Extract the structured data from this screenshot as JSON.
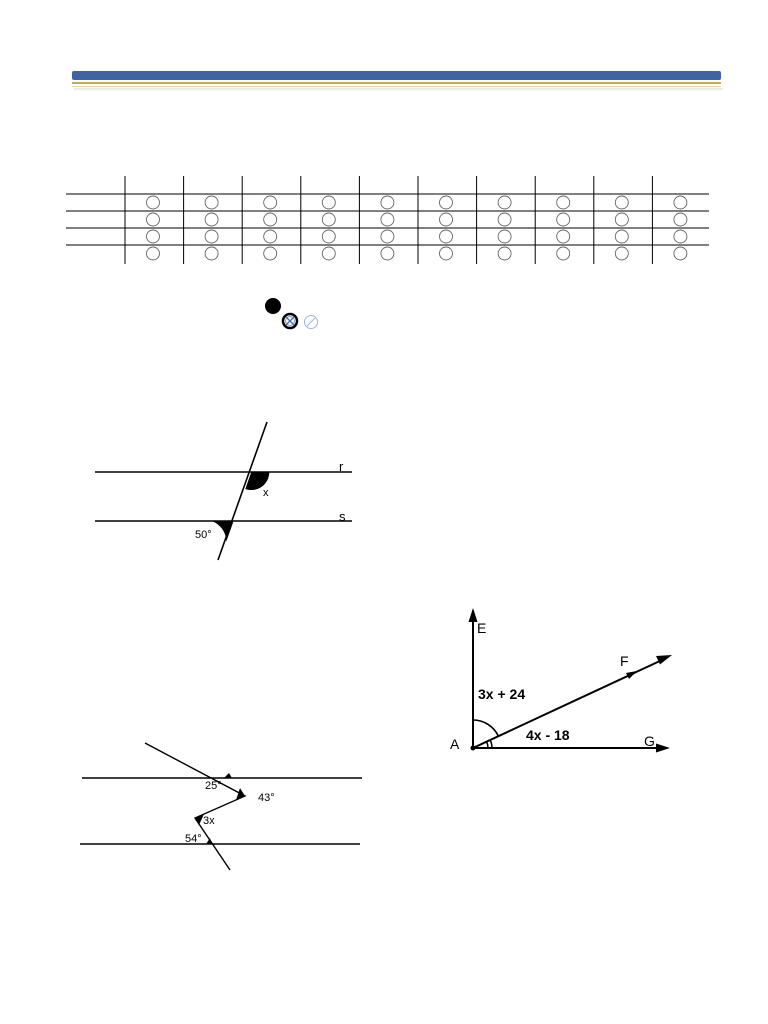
{
  "answer_grid": {
    "rows": 4,
    "columns": 10
  },
  "marking_example": {
    "icons": [
      "filled-circle-icon",
      "crossed-circle-icon",
      "faint-crossed-circle-icon"
    ]
  },
  "figure1": {
    "line_r_label": "r",
    "line_s_label": "s",
    "angle_x_label": "x",
    "angle_given_label": "50°"
  },
  "figure2": {
    "angle_top_label": "25°",
    "angle_vertex_label": "43°",
    "angle_middle_label": "3x",
    "angle_bottom_label": "54°"
  },
  "figure3": {
    "point_e_label": "E",
    "point_f_label": "F",
    "point_a_label": "A",
    "point_g_label": "G",
    "angle_eaf_label": "3x + 24",
    "angle_fag_label": "4x - 18"
  }
}
